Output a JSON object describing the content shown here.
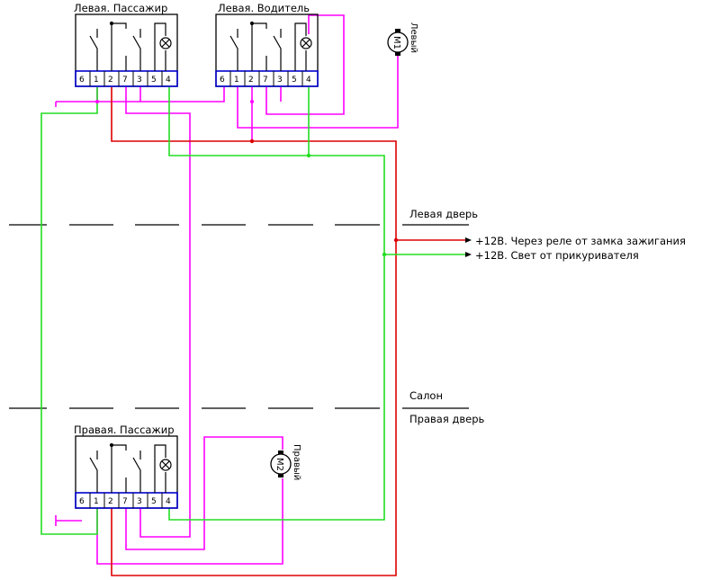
{
  "colors": {
    "magenta": "#ff00ff",
    "red": "#dd0000",
    "green": "#22dd22",
    "blue": "#0000cc",
    "black": "#000000"
  },
  "switches": [
    {
      "title": "Левая. Пассажир",
      "pins": [
        "6",
        "1",
        "2",
        "7",
        "3",
        "5",
        "4"
      ]
    },
    {
      "title": "Левая. Водитель",
      "pins": [
        "6",
        "1",
        "2",
        "7",
        "3",
        "5",
        "4"
      ]
    },
    {
      "title": "Правая. Пассажир",
      "pins": [
        "6",
        "1",
        "2",
        "7",
        "3",
        "5",
        "4"
      ]
    }
  ],
  "motors": [
    {
      "label": "M1",
      "side_label": "Левый"
    },
    {
      "label": "M2",
      "side_label": "Правый"
    }
  ],
  "zones": {
    "left_door": "Левая дверь",
    "salon": "Салон",
    "right_door": "Правая дверь"
  },
  "power": {
    "relay": "+12В. Через реле от замка зажигания",
    "lighter": "+12В. Свет от прикуривателя"
  }
}
